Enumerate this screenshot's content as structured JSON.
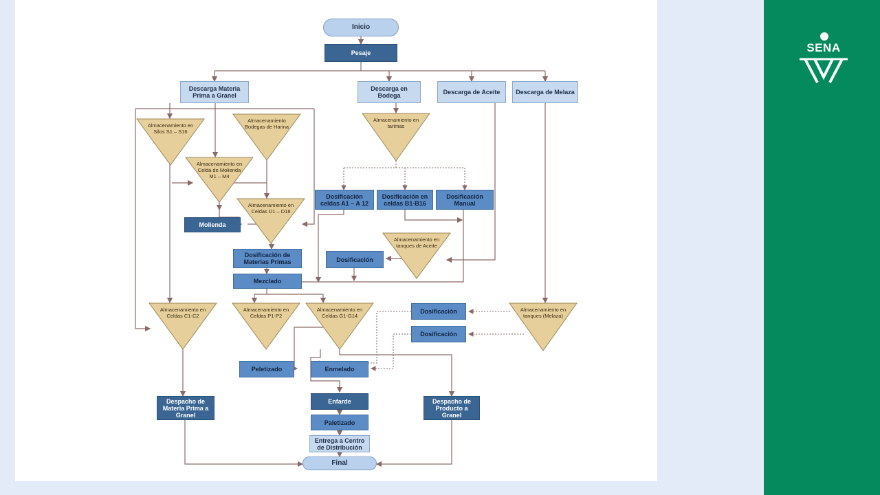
{
  "colors": {
    "sidebar": "#058a5e",
    "background": "#e3ebf8",
    "box_dark": "#3b6694",
    "box_mid": "#5b8cc6",
    "box_light": "#c6d9ef",
    "triangle": "#e6cf9a",
    "arrow": "#8a6a66"
  },
  "logo": {
    "text": "SENA",
    "icon": "sena-figure-icon"
  },
  "flow": {
    "inicio": "Inicio",
    "pesaje": "Pesaje",
    "descarga_granel": "Descarga Materia Prima a Granel",
    "descarga_bodega": "Descarga en Bodega",
    "descarga_aceite": "Descarga de Aceite",
    "descarga_melaza": "Descarga de Melaza",
    "alm_silos": "Almacenamiento en Silos S1 – S16",
    "alm_bodegas_harina": "Almacenamiento Bodegas de Harina",
    "alm_celda_molienda": "Almacenamiento en Celda de Molienda M1 – M4",
    "alm_celdas_d": "Almacenamiento en Celdas D1 – D18",
    "molienda": "Molienda",
    "alm_tarimas": "Almacenamiento en tarimas",
    "dosif_celdas_a": "Dosificación celdas A1 – A 12",
    "dosif_celdas_b": "Dosificación en celdas B1-B16",
    "dosif_manual": "Dosificación Manual",
    "alm_tanques_aceite": "Almacenamiento en tanques de Aceite",
    "dosif_aceite": "Dosificación",
    "dosif_materias_primas": "Dosificación de Materias Primas",
    "mezclado": "Mezclado",
    "alm_celdas_c": "Almacenamiento en Celdas C1-C2",
    "alm_celdas_p": "Almacenamiento en Celdas P1-P2",
    "alm_celdas_g": "Almacenamiento en Celdas G1-G14",
    "dosif_melaza_1": "Dosificación",
    "dosif_melaza_2": "Dosificación",
    "alm_tanques_melaza": "Almacenamiento en tanques (Melaza)",
    "peletizado": "Peletizado",
    "enmelado": "Enmelado",
    "enfarde": "Enfarde",
    "paletizado": "Paletizado",
    "entrega": "Entrega a Centro de Distribución",
    "despacho_mp": "Despacho de Materia Prima a Granel",
    "despacho_producto": "Despacho de Producto a Granel",
    "final": "Final"
  }
}
